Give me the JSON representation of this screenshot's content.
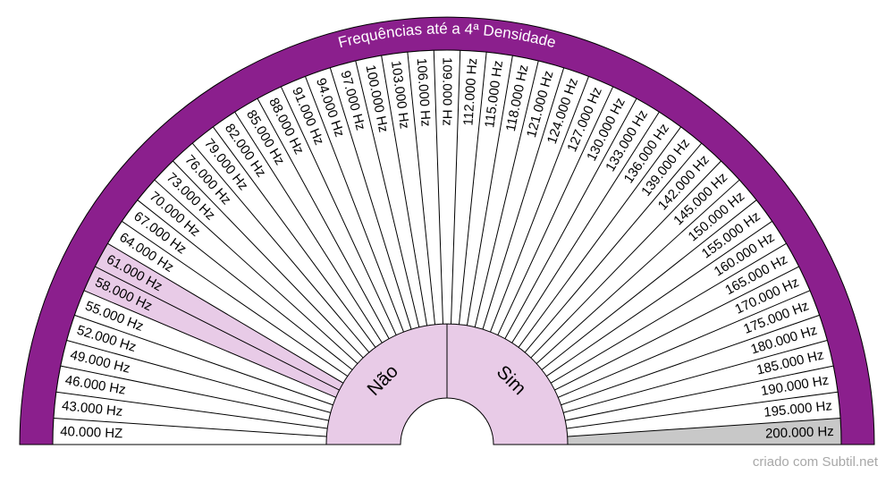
{
  "title": "Frequências até a 4ª Densidade",
  "credit": "criado com Subtil.net",
  "center": {
    "left_label": "Não",
    "right_label": "Sim"
  },
  "colors": {
    "rim": "#8b1f8d",
    "highlight": "#e8cbe7",
    "selected": "#c8c8c8",
    "line": "#000000",
    "background": "#ffffff"
  },
  "chart_data": {
    "type": "radial-pendulum-chart",
    "title": "Frequências até a 4ª Densidade",
    "sectors": [
      {
        "label": "40.000 HZ",
        "state": "normal"
      },
      {
        "label": "43.000 Hz",
        "state": "normal"
      },
      {
        "label": "46.000 Hz",
        "state": "normal"
      },
      {
        "label": "49.000 Hz",
        "state": "normal"
      },
      {
        "label": "52.000 Hz",
        "state": "normal"
      },
      {
        "label": "55.000 Hz",
        "state": "normal"
      },
      {
        "label": "58.000 Hz",
        "state": "highlight"
      },
      {
        "label": "61.000 Hz",
        "state": "highlight"
      },
      {
        "label": "64.000 Hz",
        "state": "normal"
      },
      {
        "label": "67.000 Hz",
        "state": "normal"
      },
      {
        "label": "70.000 Hz",
        "state": "normal"
      },
      {
        "label": "73.000 Hz",
        "state": "normal"
      },
      {
        "label": "76.000 Hz",
        "state": "normal"
      },
      {
        "label": "79.000 Hz",
        "state": "normal"
      },
      {
        "label": "82.000 Hz",
        "state": "normal"
      },
      {
        "label": "85.000 Hz",
        "state": "normal"
      },
      {
        "label": "88.000 Hz",
        "state": "normal"
      },
      {
        "label": "91.000 Hz",
        "state": "normal"
      },
      {
        "label": "94.000 Hz",
        "state": "normal"
      },
      {
        "label": "97.000 Hz",
        "state": "normal"
      },
      {
        "label": "100.000 Hz",
        "state": "normal"
      },
      {
        "label": "103.000 Hz",
        "state": "normal"
      },
      {
        "label": "106.000 Hz",
        "state": "normal"
      },
      {
        "label": "109.000 Hz",
        "state": "normal"
      },
      {
        "label": "112.000 Hz",
        "state": "normal"
      },
      {
        "label": "115.000 Hz",
        "state": "normal"
      },
      {
        "label": "118.000 Hz",
        "state": "normal"
      },
      {
        "label": "121.000 Hz",
        "state": "normal"
      },
      {
        "label": "124.000 Hz",
        "state": "normal"
      },
      {
        "label": "127.000 Hz",
        "state": "normal"
      },
      {
        "label": "130.000 Hz",
        "state": "normal"
      },
      {
        "label": "133.000 Hz",
        "state": "normal"
      },
      {
        "label": "136.000 Hz",
        "state": "normal"
      },
      {
        "label": "139.000 Hz",
        "state": "normal"
      },
      {
        "label": "142.000 Hz",
        "state": "normal"
      },
      {
        "label": "145.000 Hz",
        "state": "normal"
      },
      {
        "label": "150.000 Hz",
        "state": "normal"
      },
      {
        "label": "155.000 Hz",
        "state": "normal"
      },
      {
        "label": "160.000 Hz",
        "state": "normal"
      },
      {
        "label": "165.000 Hz",
        "state": "normal"
      },
      {
        "label": "170.000 Hz",
        "state": "normal"
      },
      {
        "label": "175.000 Hz",
        "state": "normal"
      },
      {
        "label": "180.000 Hz",
        "state": "normal"
      },
      {
        "label": "185.000 Hz",
        "state": "normal"
      },
      {
        "label": "190.000 Hz",
        "state": "normal"
      },
      {
        "label": "195.000 Hz",
        "state": "normal"
      },
      {
        "label": "200.000 Hz",
        "state": "selected"
      }
    ]
  }
}
